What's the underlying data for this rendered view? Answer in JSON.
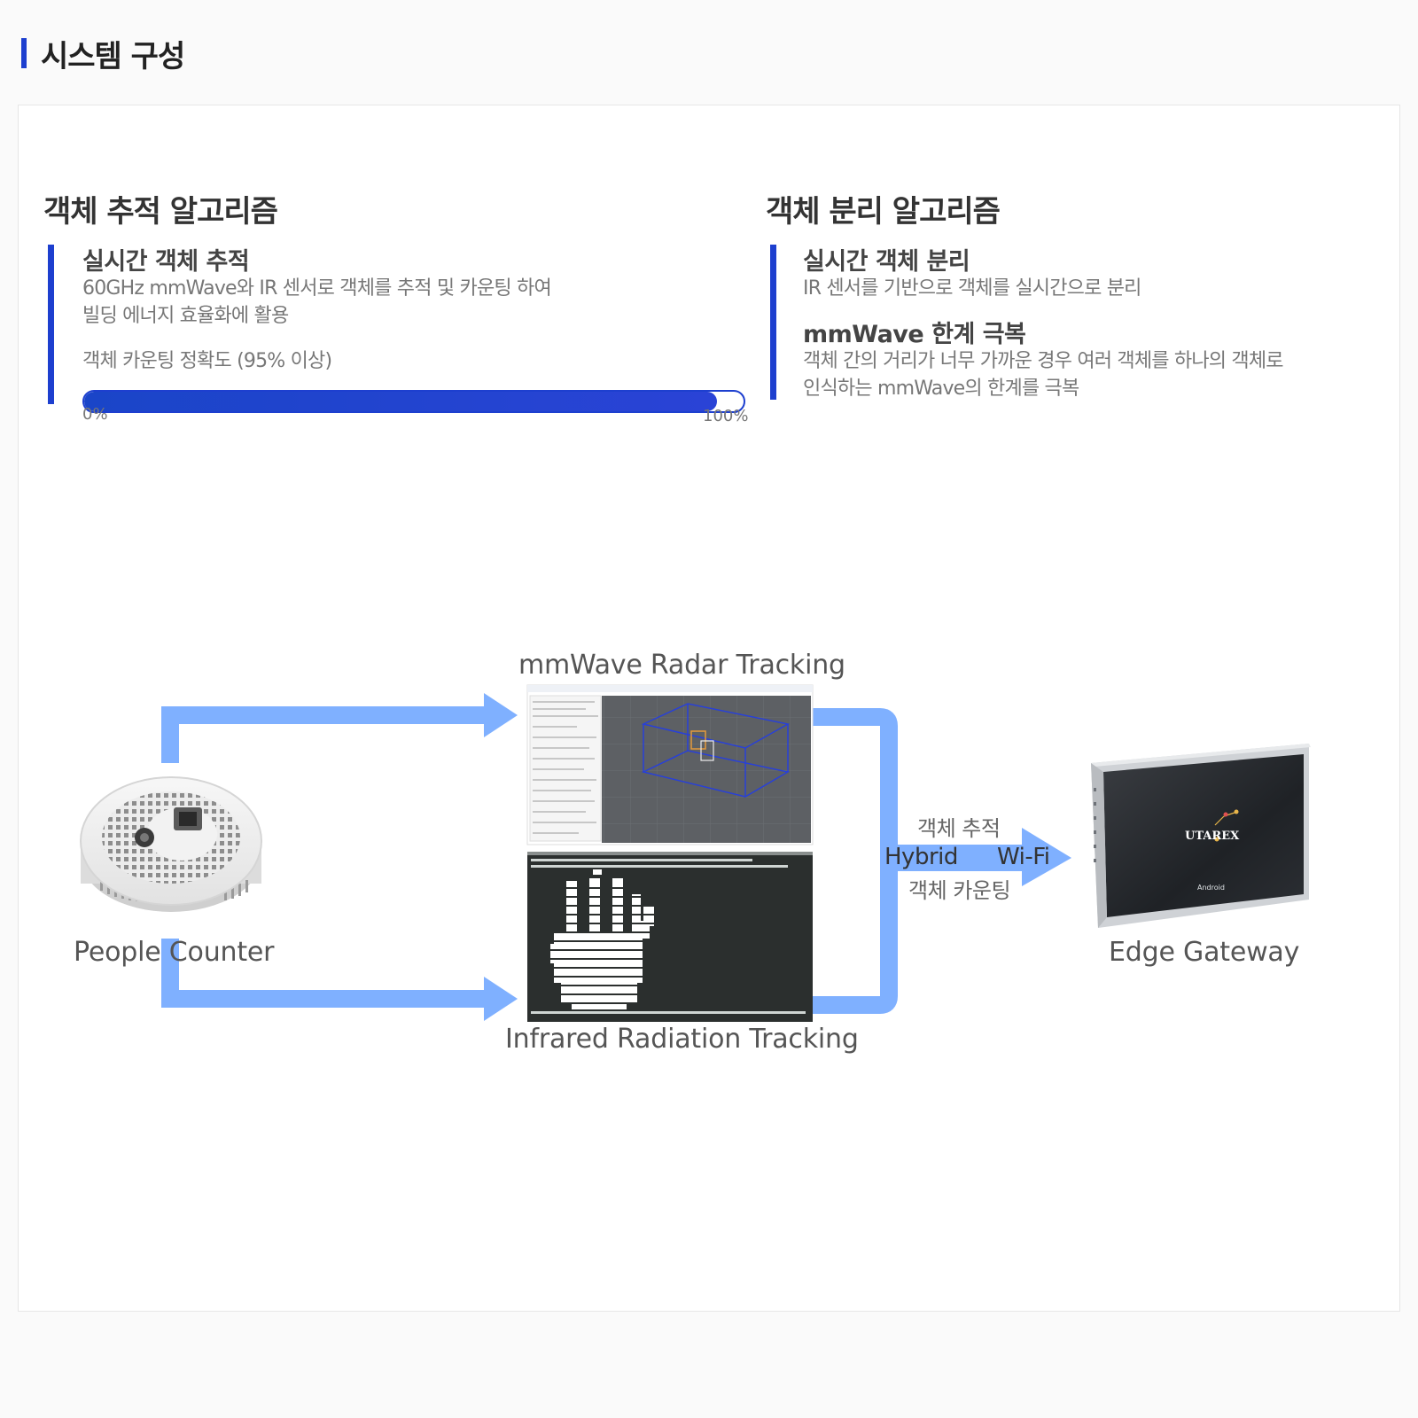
{
  "page": {
    "title": "시스템 구성"
  },
  "tracking": {
    "title": "객체 추적 알고리즘",
    "subtitle": "실시간 객체 추적",
    "desc_line1": "60GHz mmWave와 IR 센서로 객체를 추적 및 카운팅 하여",
    "desc_line2": "빌딩 에너지 효율화에 활용",
    "accuracy_label": "객체 카운팅 정확도 (95% 이상)",
    "accuracy_value": 0.96,
    "scale_min": "0%",
    "scale_max": "100%"
  },
  "separation": {
    "title": "객체 분리 알고리즘",
    "subtitle1": "실시간 객체 분리",
    "desc1": "IR 센서를 기반으로 객체를 실시간으로 분리",
    "subtitle2": "mmWave 한계 극복",
    "desc2_line1": "객체 간의 거리가 너무 가까운 경우 여러 객체를 하나의 객체로",
    "desc2_line2": "인식하는 mmWave의 한계를 극복"
  },
  "diagram": {
    "counter_label": "People Counter",
    "radar_label": "mmWave Radar Tracking",
    "ir_label": "Infrared Radiation Tracking",
    "gateway_label": "Edge Gateway",
    "link_top": "객체 추적",
    "link_bottom": "객체 카운팅",
    "link_left": "Hybrid",
    "link_right": "Wi-Fi",
    "device_brand": "UTAREX",
    "device_os": "Android"
  },
  "colors": {
    "accent": "#1d3fcf",
    "arrow": "#7fb0ff"
  }
}
